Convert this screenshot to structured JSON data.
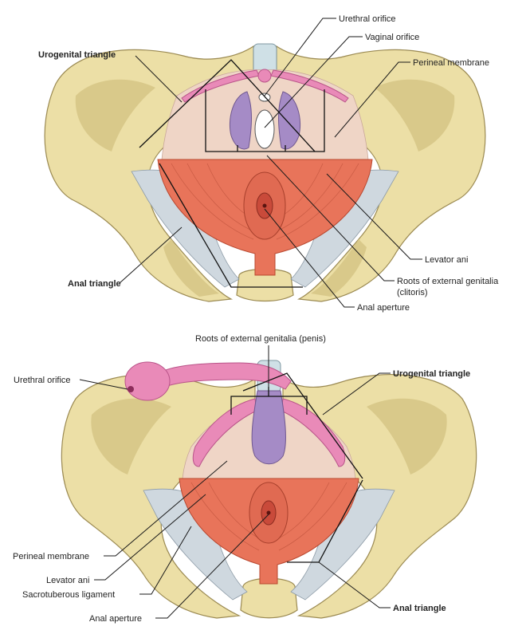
{
  "top_figure": {
    "labels": {
      "urethral_orifice": "Urethral orifice",
      "vaginal_orifice": "Vaginal orifice",
      "perineal_membrane": "Perineal membrane",
      "urogenital_triangle": "Urogenital triangle",
      "levator_ani": "Levator ani",
      "anal_triangle": "Anal triangle",
      "roots_line1": "Roots of external genitalia",
      "roots_line2": "(clitoris)",
      "anal_aperture": "Anal aperture"
    }
  },
  "bottom_figure": {
    "labels": {
      "roots_penis": "Roots of external genitalia (penis)",
      "urethral_orifice": "Urethral orifice",
      "urogenital_triangle": "Urogenital triangle",
      "perineal_membrane": "Perineal membrane",
      "levator_ani": "Levator ani",
      "sacrotuberous_ligament": "Sacrotuberous ligament",
      "anal_aperture": "Anal aperture",
      "anal_triangle": "Anal triangle"
    }
  },
  "colors": {
    "bone": "#ecdfa6",
    "muscle": "#e8745a",
    "membrane": "#efd5c6",
    "erectile_pink": "#e98ab8",
    "bulb_purple": "#a58bc6",
    "ligament": "#cfd8df"
  }
}
